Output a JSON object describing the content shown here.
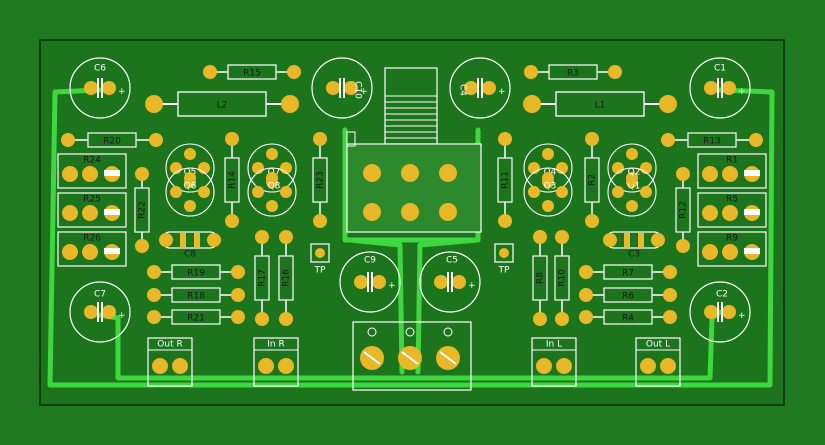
{
  "colors": {
    "board_outer": "#1f7a1f",
    "board_inner": "#1c741c",
    "copper": "#e8b828",
    "trace": "#3fd73f",
    "silk": "#ffffff",
    "fill_green": "#2c8a2c"
  },
  "components": {
    "capacitors": [
      {
        "id": "c6",
        "label": "C6"
      },
      {
        "id": "c10",
        "label": "C10"
      },
      {
        "id": "c4",
        "label": "C4"
      },
      {
        "id": "c1",
        "label": "C1"
      },
      {
        "id": "c7",
        "label": "C7"
      },
      {
        "id": "c9",
        "label": "C9"
      },
      {
        "id": "c5",
        "label": "C5"
      },
      {
        "id": "c2",
        "label": "C2"
      },
      {
        "id": "c8",
        "label": "C8"
      },
      {
        "id": "c3",
        "label": "C3"
      }
    ],
    "resistors": [
      {
        "id": "r15",
        "label": "R15"
      },
      {
        "id": "r3",
        "label": "R3"
      },
      {
        "id": "r20",
        "label": "R20"
      },
      {
        "id": "r13",
        "label": "R13"
      },
      {
        "id": "r24",
        "label": "R24"
      },
      {
        "id": "r25",
        "label": "R25"
      },
      {
        "id": "r26",
        "label": "R26"
      },
      {
        "id": "r1",
        "label": "R1"
      },
      {
        "id": "r5",
        "label": "R5"
      },
      {
        "id": "r9",
        "label": "R9"
      },
      {
        "id": "r22",
        "label": "R22"
      },
      {
        "id": "r14",
        "label": "R14"
      },
      {
        "id": "r23",
        "label": "R23"
      },
      {
        "id": "r11",
        "label": "R11"
      },
      {
        "id": "r2",
        "label": "R2"
      },
      {
        "id": "r12",
        "label": "R12"
      },
      {
        "id": "r19",
        "label": "R19"
      },
      {
        "id": "r18",
        "label": "R18"
      },
      {
        "id": "r21",
        "label": "R21"
      },
      {
        "id": "r17",
        "label": "R17"
      },
      {
        "id": "r16",
        "label": "R16"
      },
      {
        "id": "r8",
        "label": "R8"
      },
      {
        "id": "r10",
        "label": "R10"
      },
      {
        "id": "r7",
        "label": "R7"
      },
      {
        "id": "r6",
        "label": "R6"
      },
      {
        "id": "r4",
        "label": "R4"
      }
    ],
    "inductors": [
      {
        "id": "l2",
        "label": "L2"
      },
      {
        "id": "l1",
        "label": "L1"
      }
    ],
    "transistors": [
      {
        "id": "q5",
        "label": "Q5"
      },
      {
        "id": "q6",
        "label": "Q6"
      },
      {
        "id": "q7",
        "label": "Q7"
      },
      {
        "id": "q8",
        "label": "Q8"
      },
      {
        "id": "q4",
        "label": "Q4"
      },
      {
        "id": "q3",
        "label": "Q3"
      },
      {
        "id": "q1",
        "label": "Q1"
      },
      {
        "id": "q2",
        "label": "Q2"
      }
    ],
    "test_points": [
      {
        "id": "tp_left",
        "label": "TP"
      },
      {
        "id": "tp_right",
        "label": "TP"
      }
    ],
    "connectors": [
      {
        "id": "out_r",
        "label": "Out R"
      },
      {
        "id": "in_r",
        "label": "In R"
      },
      {
        "id": "in_l",
        "label": "In L"
      },
      {
        "id": "out_l",
        "label": "Out L"
      }
    ]
  }
}
